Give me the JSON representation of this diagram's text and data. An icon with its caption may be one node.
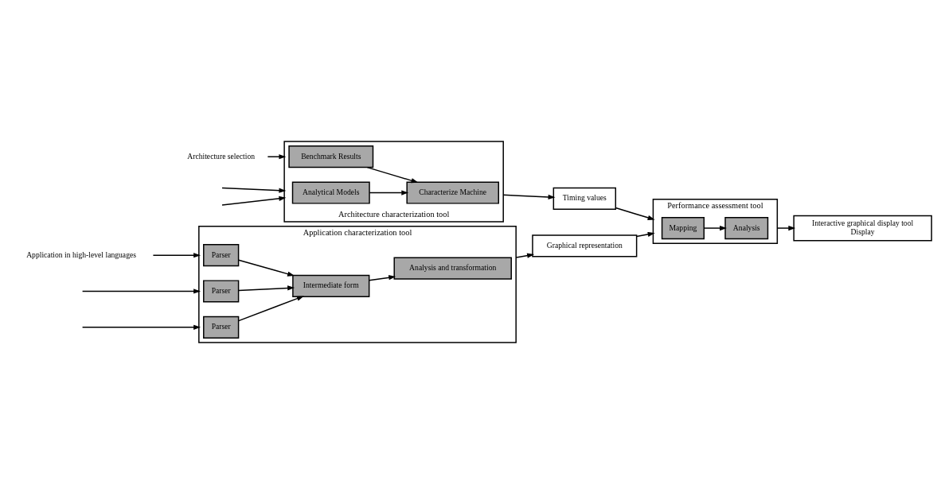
{
  "diagram": {
    "nodes": [
      {
        "text": [
          "Application characterization tool"
        ]
      },
      {
        "text": [
          "Parser"
        ],
        "in": 0
      },
      {
        "text": [
          "Parser"
        ],
        "in": 0
      },
      {
        "text": [
          "Parser"
        ],
        "in": 0
      },
      {
        "text": [
          "Intermediate form"
        ],
        "in": 0
      },
      {
        "text": [
          "Analysis and transformation"
        ],
        "in": 0
      },
      {
        "text": [
          "Application in high-level languages"
        ]
      },
      {
        "text": [
          "Graphical representation"
        ]
      },
      {
        "text": [
          "Performance assessment tool"
        ]
      },
      {
        "text": [
          "Mapping"
        ],
        "in": 8
      },
      {
        "text": [
          "Analysis"
        ],
        "in": 8
      },
      {
        "text": [
          "Interactive graphical display tool",
          "Display"
        ]
      },
      {
        "text": [
          "Architecture characterization tool"
        ]
      },
      {
        "text": [
          "Characterize Machine"
        ],
        "in": 12
      },
      {
        "text": [
          "Analytical Models"
        ],
        "in": 12
      },
      {
        "text": [
          "Benchmark Results"
        ],
        "in": 12
      },
      {
        "text": [
          "Architecture selection"
        ]
      },
      {
        "text": [
          "Timing values"
        ]
      }
    ],
    "edges": [
      {
        "from": null,
        "to": 0,
        "arrow": "to"
      },
      {
        "from": 6,
        "to": 0,
        "arrow": "to"
      },
      {
        "from": null,
        "to": 0,
        "arrow": "to"
      },
      {
        "from": 1,
        "to": 4,
        "arrow": "to"
      },
      {
        "from": 2,
        "to": 4,
        "arrow": "to"
      },
      {
        "from": 3,
        "to": 4,
        "arrow": "to"
      },
      {
        "from": 4,
        "to": 5,
        "arrow": "to"
      },
      {
        "from": 0,
        "to": 7,
        "arrow": "to"
      },
      {
        "from": 7,
        "to": 8,
        "arrow": "to"
      },
      {
        "from": 17,
        "to": 8,
        "arrow": "to"
      },
      {
        "from": 9,
        "to": 10,
        "arrow": "to"
      },
      {
        "from": 8,
        "to": 11,
        "arrow": "to"
      },
      {
        "from": null,
        "to": 12,
        "arrow": "to"
      },
      {
        "from": 16,
        "to": 12,
        "arrow": "to"
      },
      {
        "from": null,
        "to": 12,
        "arrow": "to"
      },
      {
        "from": 14,
        "to": 13,
        "arrow": "to"
      },
      {
        "from": 15,
        "to": 13,
        "arrow": "to"
      },
      {
        "from": 12,
        "to": 17,
        "arrow": "to"
      }
    ]
  }
}
